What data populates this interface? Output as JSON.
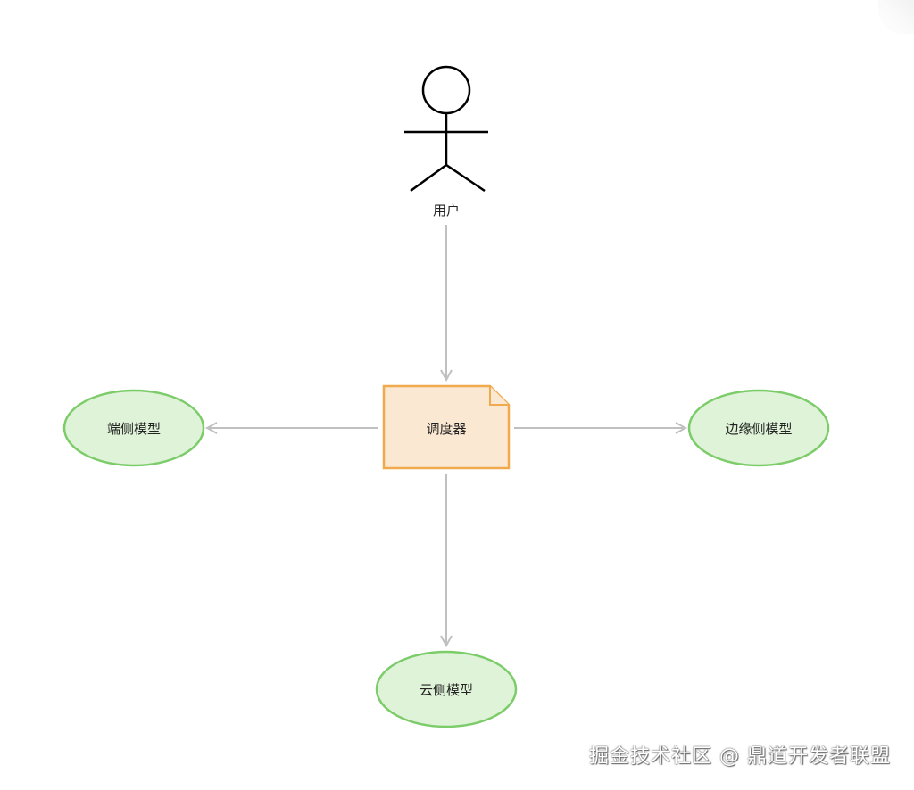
{
  "diagram": {
    "nodes": {
      "user": {
        "label": "用户",
        "shape": "actor"
      },
      "scheduler": {
        "label": "调度器",
        "shape": "note"
      },
      "device_model": {
        "label": "端侧模型",
        "shape": "ellipse"
      },
      "edge_model": {
        "label": "边缘侧模型",
        "shape": "ellipse"
      },
      "cloud_model": {
        "label": "云侧模型",
        "shape": "ellipse"
      }
    },
    "edges": [
      {
        "from": "user",
        "to": "scheduler"
      },
      {
        "from": "scheduler",
        "to": "device_model"
      },
      {
        "from": "scheduler",
        "to": "edge_model"
      },
      {
        "from": "scheduler",
        "to": "cloud_model"
      }
    ]
  },
  "colors": {
    "ellipse_fill": "#dff3d8",
    "ellipse_stroke": "#7ccc6a",
    "note_fill": "#fbe8d2",
    "note_stroke": "#f0a94d",
    "arrow": "#c0c0c0",
    "actor": "#000000"
  },
  "watermark": "掘金技术社区 @ 鼎道开发者联盟"
}
